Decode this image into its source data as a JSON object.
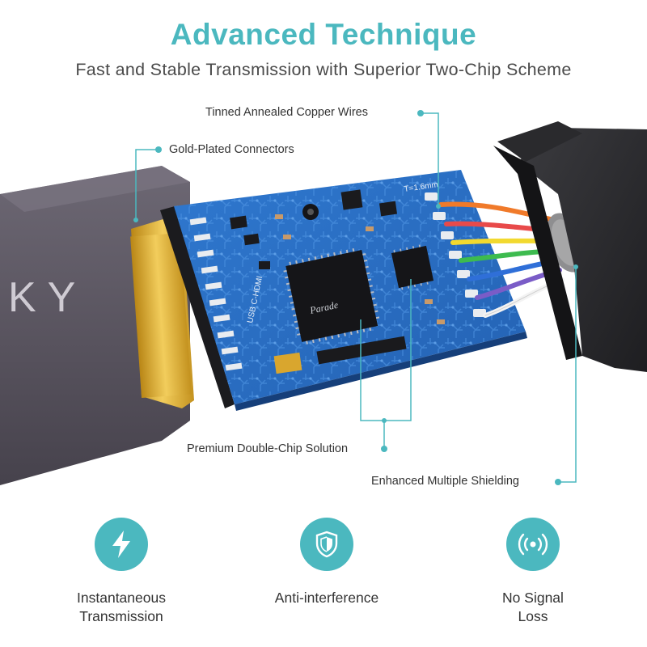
{
  "header": {
    "title": "Advanced Technique",
    "subtitle": "Fast and Stable Transmission with Superior Two-Chip Scheme"
  },
  "callouts": {
    "tinned_wires": "Tinned Annealed Copper Wires",
    "gold_connectors": "Gold-Plated Connectors",
    "double_chip": "Premium Double-Chip Solution",
    "shielding": "Enhanced Multiple Shielding"
  },
  "product": {
    "brand_fragment": "KY",
    "board_label": "USB C-HDMI",
    "chip_brand": "Parade",
    "board_marking": "T=1.6mm"
  },
  "features": [
    {
      "line1": "Instantaneous",
      "line2": "Transmission",
      "icon": "lightning-icon"
    },
    {
      "line1": "Anti-interference",
      "line2": "",
      "icon": "shield-icon"
    },
    {
      "line1": "No Signal",
      "line2": "Loss",
      "icon": "signal-icon"
    }
  ],
  "colors": {
    "accent": "#4bb8bf",
    "pcb_blue": "#2b6fc4",
    "housing_gray": "#5a5560",
    "gold": "#d9a62e"
  }
}
